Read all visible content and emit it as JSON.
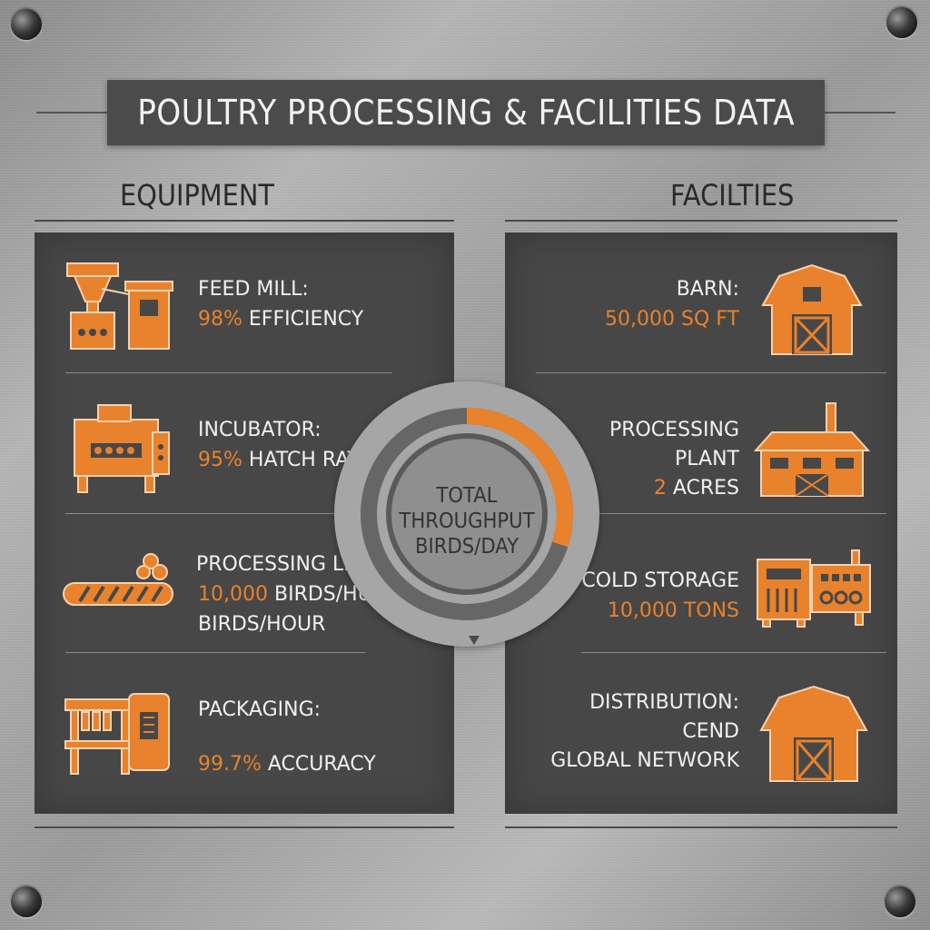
{
  "title": "POULTRY PROCESSING & FACILITIES DATA",
  "equipment": {
    "heading": "EQUIPMENT",
    "items": [
      {
        "label": "FEED MILL:",
        "value": "98%",
        "unit": "EFFICIENCY",
        "icon": "feed-mill-icon"
      },
      {
        "label": "INCUBATOR:",
        "value": "95%",
        "unit": "HATCH RATE",
        "icon": "incubator-icon"
      },
      {
        "label": "PROCESSING LINE:",
        "value": "10,000",
        "unit": "BIRDS/HUIR",
        "extra": "BIRDS/HOUR",
        "icon": "conveyor-icon"
      },
      {
        "label": "PACKAGING:",
        "value": "99.7%",
        "unit": "ACCURACY",
        "icon": "packaging-machine-icon"
      }
    ]
  },
  "facilities": {
    "heading": "FACILTIES",
    "items": [
      {
        "label": "BARN:",
        "value": "50,000",
        "unit": "SQ FT",
        "icon": "barn-icon"
      },
      {
        "label_line1": "PROCESSING",
        "label_line2": "PLANT",
        "value": "2",
        "unit": "ACRES",
        "icon": "processing-plant-icon"
      },
      {
        "label": "COLD STORAGE",
        "value": "10,000",
        "unit": "TONS",
        "icon": "cold-storage-icon"
      },
      {
        "label": "DISTRIBUTION:",
        "line2": "CEND",
        "line3": "GLOBAL NETWORK",
        "icon": "distribution-barn-icon"
      }
    ]
  },
  "center": {
    "line1": "TOTAL",
    "line2": "THROUGHPUT",
    "line3": "BIRDS/DAY",
    "progress": 0.3
  },
  "colors": {
    "accent": "#e8822d",
    "panel": "#474747",
    "title_bar": "#4b4b4b",
    "ring_track": "#666666"
  }
}
